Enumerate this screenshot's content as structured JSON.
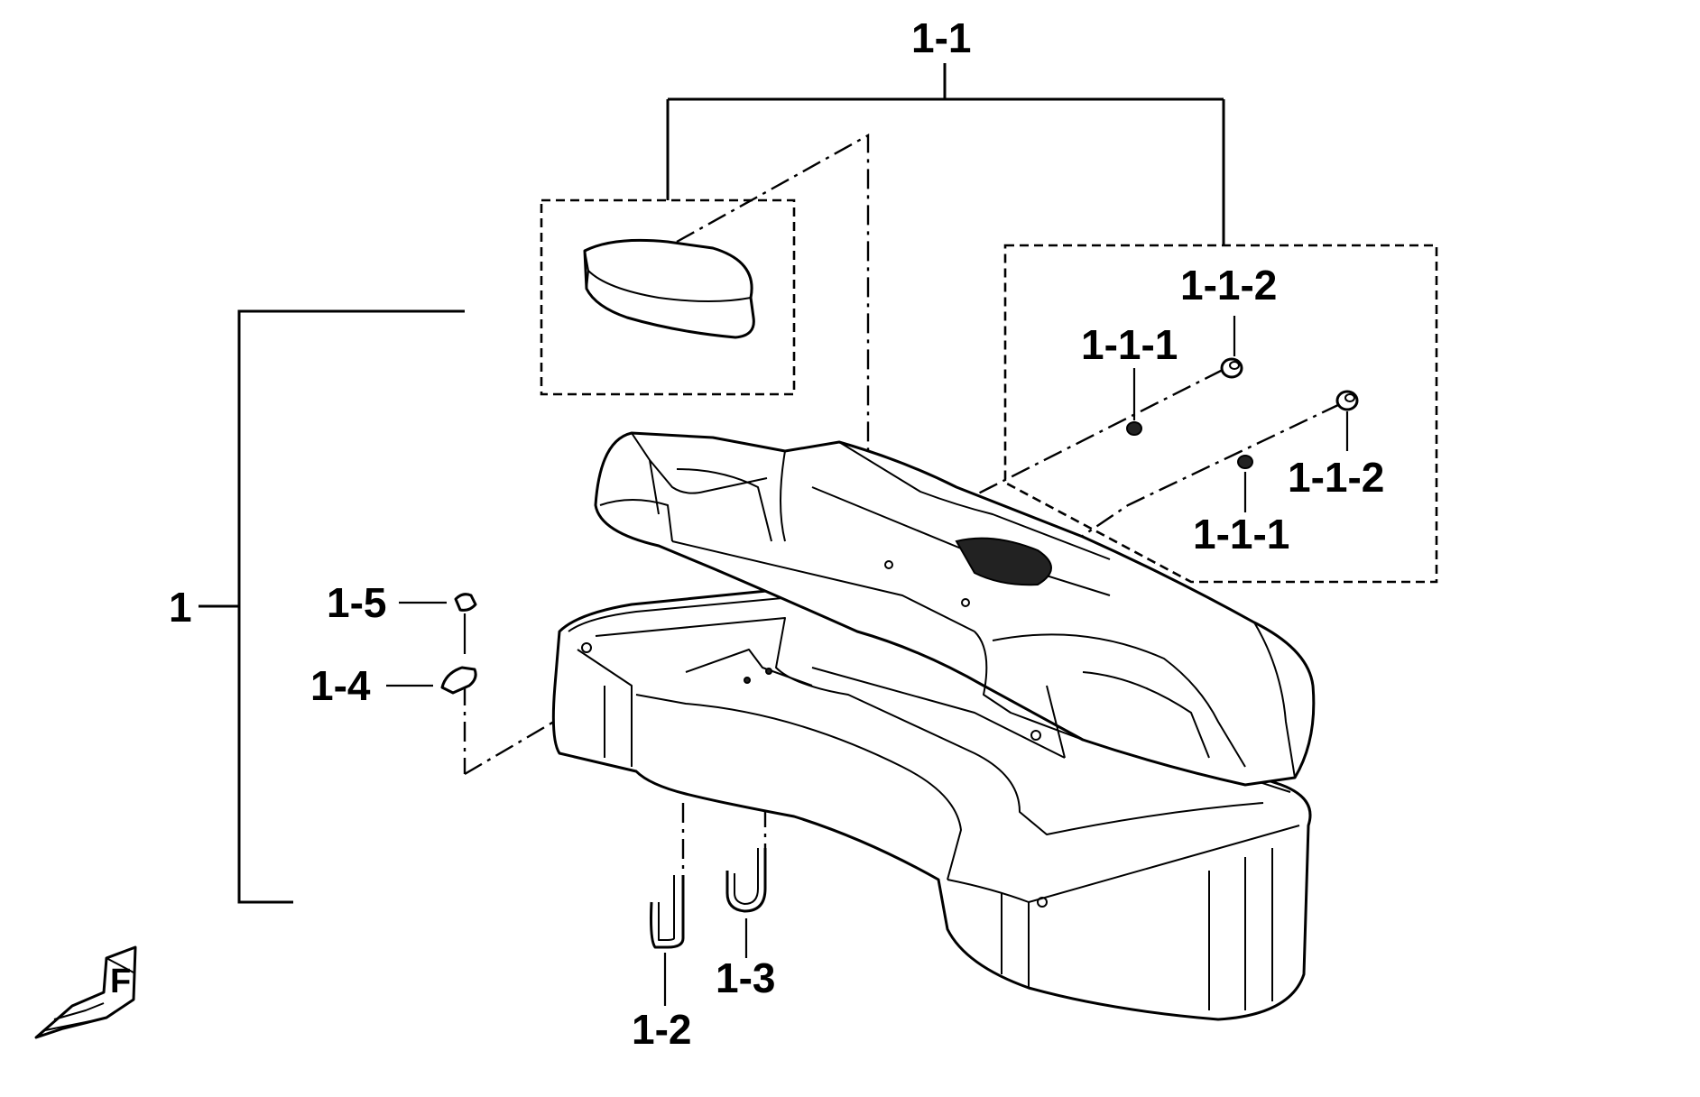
{
  "diagram": {
    "callouts": {
      "assembly": "1",
      "backrest_assembly": "1-1",
      "screw_top": "1-1-1",
      "screw_bottom": "1-1-1",
      "washer_top": "1-1-2",
      "washer_bottom": "1-1-2",
      "hook_left": "1-2",
      "hook_right": "1-3",
      "latch_plate": "1-4",
      "nut": "1-5"
    },
    "direction_marker": "F"
  }
}
